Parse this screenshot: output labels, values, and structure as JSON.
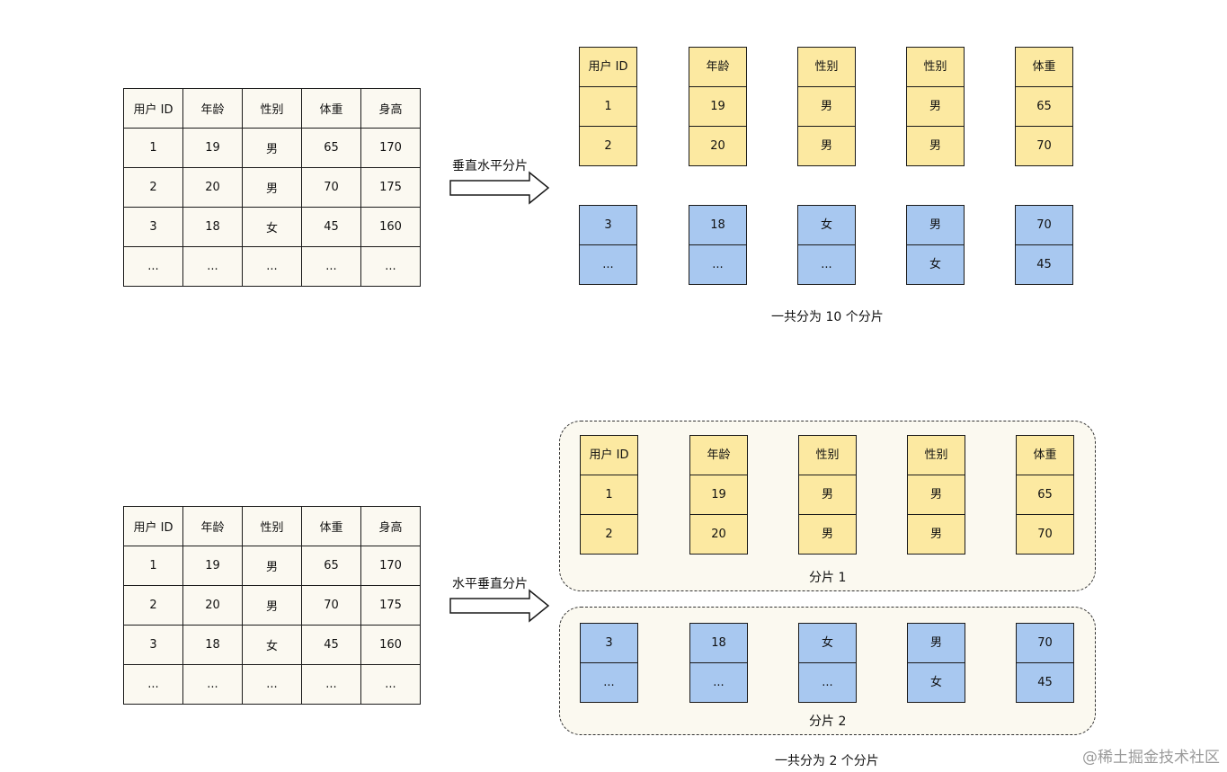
{
  "source_table": {
    "headers": [
      "用户 ID",
      "年龄",
      "性别",
      "体重",
      "身高"
    ],
    "rows": [
      [
        "1",
        "19",
        "男",
        "65",
        "170"
      ],
      [
        "2",
        "20",
        "男",
        "70",
        "175"
      ],
      [
        "3",
        "18",
        "女",
        "45",
        "160"
      ],
      [
        "...",
        "...",
        "...",
        "...",
        "..."
      ]
    ]
  },
  "top": {
    "arrow_label": "垂直水平分片",
    "yellow_columns": [
      [
        "用户 ID",
        "1",
        "2"
      ],
      [
        "年龄",
        "19",
        "20"
      ],
      [
        "性别",
        "男",
        "男"
      ],
      [
        "性别",
        "男",
        "男"
      ],
      [
        "体重",
        "65",
        "70"
      ]
    ],
    "blue_columns": [
      [
        "3",
        "..."
      ],
      [
        "18",
        "..."
      ],
      [
        "女",
        "..."
      ],
      [
        "男",
        "女"
      ],
      [
        "70",
        "45"
      ]
    ],
    "caption": "一共分为 10 个分片"
  },
  "bottom": {
    "arrow_label": "水平垂直分片",
    "yellow_columns": [
      [
        "用户 ID",
        "1",
        "2"
      ],
      [
        "年龄",
        "19",
        "20"
      ],
      [
        "性别",
        "男",
        "男"
      ],
      [
        "性别",
        "男",
        "男"
      ],
      [
        "体重",
        "65",
        "70"
      ]
    ],
    "blue_columns": [
      [
        "3",
        "..."
      ],
      [
        "18",
        "..."
      ],
      [
        "女",
        "..."
      ],
      [
        "男",
        "女"
      ],
      [
        "70",
        "45"
      ]
    ],
    "group1_label": "分片 1",
    "group2_label": "分片 2",
    "caption": "一共分为 2 个分片"
  },
  "watermark": "@稀土掘金技术社区",
  "colors": {
    "yellow_fill": "#fce9a1",
    "blue_fill": "#a8c8f0",
    "table_fill": "#fbf9f1",
    "group_fill": "#fbf9f0"
  }
}
